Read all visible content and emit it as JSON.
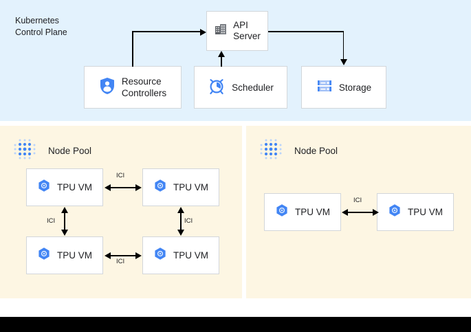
{
  "control_plane": {
    "title": "Kubernetes\nControl Plane",
    "background_color": "#e3f2fd",
    "boxes": [
      {
        "label": "API\nServer",
        "icon": "building-icon"
      },
      {
        "label": "Resource\nControllers",
        "icon": "shield-user-icon"
      },
      {
        "label": "Scheduler",
        "icon": "alarm-clock-icon"
      },
      {
        "label": "Storage",
        "icon": "database-icon"
      }
    ],
    "connections": [
      {
        "from": "Resource Controllers",
        "to": "API Server",
        "direction": "to-api-server"
      },
      {
        "from": "Scheduler",
        "to": "API Server",
        "direction": "to-api-server"
      },
      {
        "from": "API Server",
        "to": "Storage",
        "direction": "to-storage"
      }
    ]
  },
  "node_pools": [
    {
      "title": "Node Pool",
      "icon": "node-pool-dots-icon",
      "background_color": "#fdf6e3",
      "vms": [
        {
          "label": "TPU VM",
          "icon": "tpu-hexagon-icon"
        },
        {
          "label": "TPU VM",
          "icon": "tpu-hexagon-icon"
        },
        {
          "label": "TPU VM",
          "icon": "tpu-hexagon-icon"
        },
        {
          "label": "TPU VM",
          "icon": "tpu-hexagon-icon"
        }
      ],
      "links": [
        {
          "label": "ICI",
          "orientation": "horizontal"
        },
        {
          "label": "ICI",
          "orientation": "horizontal"
        },
        {
          "label": "ICI",
          "orientation": "vertical"
        },
        {
          "label": "ICI",
          "orientation": "vertical"
        }
      ]
    },
    {
      "title": "Node Pool",
      "icon": "node-pool-dots-icon",
      "background_color": "#fdf6e3",
      "vms": [
        {
          "label": "TPU VM",
          "icon": "tpu-hexagon-icon"
        },
        {
          "label": "TPU VM",
          "icon": "tpu-hexagon-icon"
        }
      ],
      "links": [
        {
          "label": "ICI",
          "orientation": "horizontal"
        }
      ]
    }
  ],
  "colors": {
    "control_plane_bg": "#e3f2fd",
    "node_pool_bg": "#fdf6e3",
    "accent_blue": "#4285f4",
    "icon_gray": "#5f6368",
    "line": "#000000",
    "bottom_bar": "#000000"
  }
}
